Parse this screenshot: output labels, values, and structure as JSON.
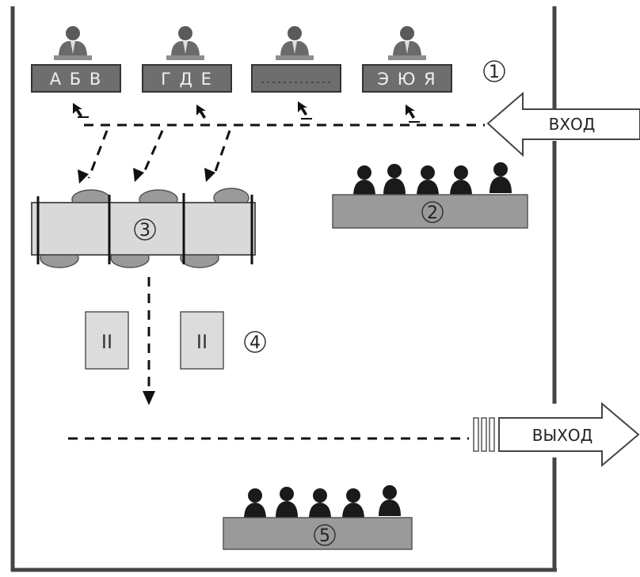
{
  "desks": [
    {
      "label": "А Б В"
    },
    {
      "label": "Г Д Е"
    },
    {
      "label": ""
    },
    {
      "label": "Э Ю Я"
    }
  ],
  "markers": [
    "1",
    "2",
    "3",
    "4",
    "5"
  ],
  "entrance": {
    "label": "ВХОД"
  },
  "exit": {
    "label": "ВЫХОД"
  },
  "booths": [
    {
      "symbol": "II"
    },
    {
      "symbol": "II"
    }
  ],
  "colors": {
    "wall": "#555555",
    "desk": "#6e6e6e",
    "desk_light": "#8a8a8a",
    "table_fill": "#d9d9d9",
    "silhouette": "#1a1a1a",
    "bench": "#9a9a9a",
    "dash": "#111111"
  }
}
